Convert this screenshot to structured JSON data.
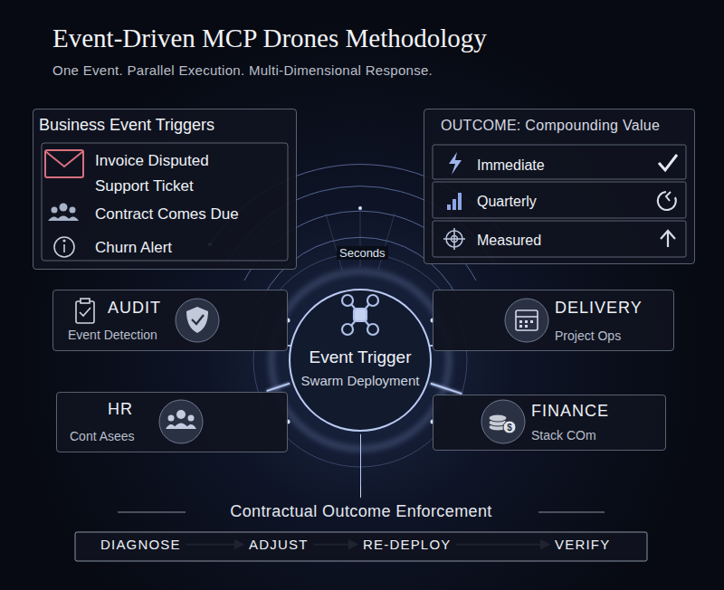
{
  "diagram": {
    "title": "Event-Driven MCP Drones Methodology",
    "caption": "One Event. Parallel Execution. Multi-Dimensional Response.",
    "nodes": [
      {
        "text": [
          "Business Event Triggers",
          "Invoice Disputed",
          "Support Ticket",
          "Contract Comes Due",
          "Churn Alert"
        ]
      },
      {
        "text": [
          "OUTCOME: Compounding Value",
          "Immediate",
          "Quarterly",
          "Measured"
        ]
      },
      {
        "text": [
          "AUDIT",
          "Event Detection"
        ]
      },
      {
        "text": [
          "Event Trigger",
          "Swarm Deployment"
        ]
      },
      {
        "text": [
          "DELIVERY",
          "Project Ops"
        ]
      },
      {
        "text": [
          "HR",
          "Cont Asees"
        ]
      },
      {
        "text": [
          "FINANCE",
          "Stack COm"
        ]
      },
      {
        "text": [
          "Contractual Outcome Enforcement"
        ]
      },
      {
        "text": [
          "DIAGNOSE"
        ],
        "in": 7
      },
      {
        "text": [
          "ADJUST"
        ],
        "in": 7
      },
      {
        "text": [
          "RE-DEPLOY"
        ],
        "in": 7
      },
      {
        "text": [
          "VERIFY"
        ],
        "in": 7
      }
    ],
    "edges": [
      {
        "from": 3,
        "to": 2,
        "arrow": "none"
      },
      {
        "from": 3,
        "to": 4,
        "arrow": "none"
      },
      {
        "from": 3,
        "to": 5,
        "arrow": "none"
      },
      {
        "from": 3,
        "to": 6,
        "arrow": "none"
      },
      {
        "from": 3,
        "to": 7,
        "arrow": "to"
      },
      {
        "from": 8,
        "to": 9,
        "arrow": "to"
      },
      {
        "from": 9,
        "to": 10,
        "arrow": "to"
      },
      {
        "from": 10,
        "to": 11,
        "arrow": "to"
      }
    ],
    "labels": [
      "Seconds"
    ]
  }
}
